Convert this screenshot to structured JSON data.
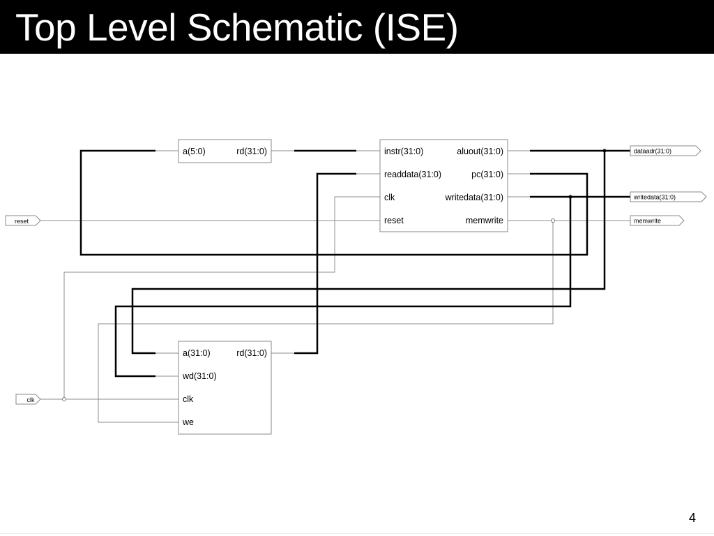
{
  "slide": {
    "title": "Top Level Schematic (ISE)",
    "page_number": "4"
  },
  "imem": {
    "in_a": "a(5:0)",
    "out_rd": "rd(31:0)"
  },
  "mips": {
    "in_instr": "instr(31:0)",
    "in_readdata": "readdata(31:0)",
    "in_clk": "clk",
    "in_reset": "reset",
    "out_aluout": "aluout(31:0)",
    "out_pc": "pc(31:0)",
    "out_writedata": "writedata(31:0)",
    "out_memwrite": "memwrite"
  },
  "dmem": {
    "in_a": "a(31:0)",
    "in_wd": "wd(31:0)",
    "in_clk": "clk",
    "in_we": "we",
    "out_rd": "rd(31:0)"
  },
  "ports": {
    "reset": "reset",
    "clk": "clk",
    "dataadr": "dataadr(31:0)",
    "writedata": "writedata(31:0)",
    "memwrite": "memwrite"
  },
  "colors": {
    "bus": "#000000",
    "wire": "#8c8c8c",
    "block_border": "#888888"
  }
}
